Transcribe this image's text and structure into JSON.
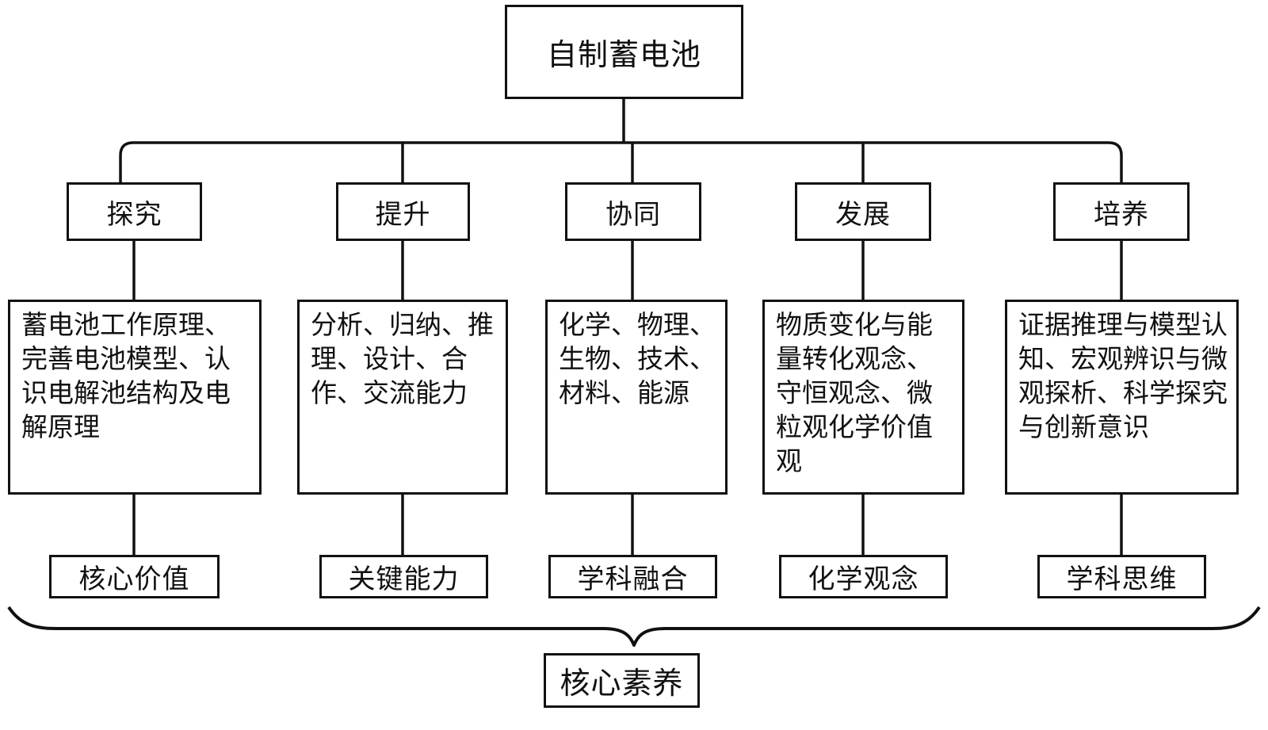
{
  "diagram": {
    "title": "自制蓄电池",
    "root": {
      "label": "自制蓄电池"
    },
    "bottom": {
      "label": "核心素养"
    },
    "columns": [
      {
        "verb": "探究",
        "detail": "蓄电池工作原理、完善电池模型、认识电解池结构及电解原理",
        "leaf": "核心价值"
      },
      {
        "verb": "提升",
        "detail": "分析、归纳、推理、设计、合作、交流能力",
        "leaf": "关键能力"
      },
      {
        "verb": "协同",
        "detail": "化学、物理、生物、技术、材料、能源",
        "leaf": "学科融合"
      },
      {
        "verb": "发展",
        "detail": "物质变化与能量转化观念、守恒观念、微粒观化学价值观",
        "leaf": "化学观念"
      },
      {
        "verb": "培养",
        "detail": "证据推理与模型认知、宏观辨识与微观探析、科学探究与创新意识",
        "leaf": "学科思维"
      }
    ],
    "colors": {
      "stroke": "#111111",
      "background": "#ffffff",
      "text": "#111111"
    }
  }
}
